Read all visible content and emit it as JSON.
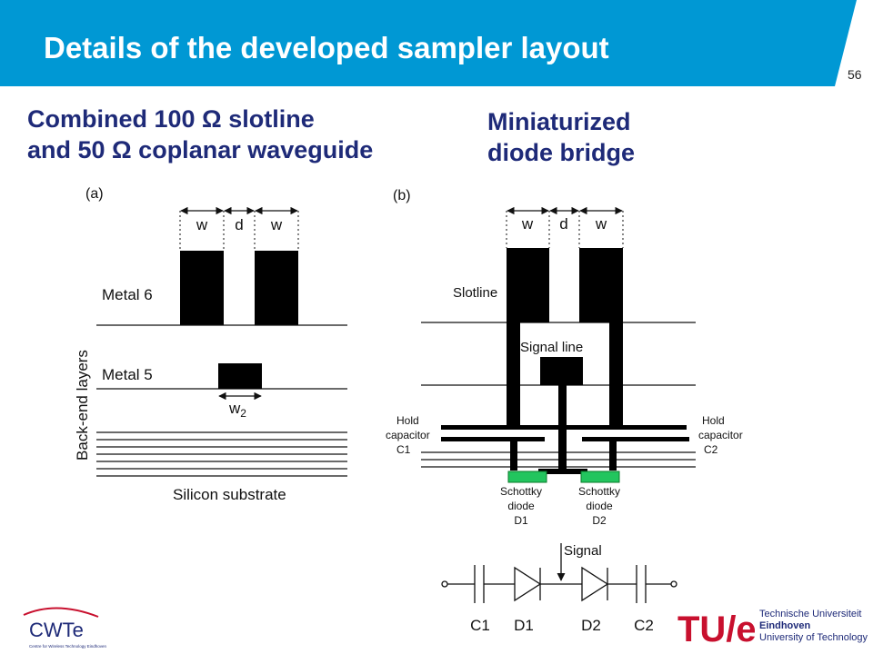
{
  "slide": {
    "title": "Details of the developed sampler layout",
    "page_number": "56",
    "subtitle_left": [
      "Combined 100 Ω slotline",
      "and 50 Ω coplanar waveguide"
    ],
    "subtitle_right": [
      "Miniaturized",
      "diode bridge"
    ]
  },
  "diagram_a": {
    "panel_label": "(a)",
    "dim_w": "w",
    "dim_d": "d",
    "metal6": "Metal 6",
    "metal5": "Metal 5",
    "w2_base": "w",
    "w2_sub": "2",
    "side_label": "Back-end layers",
    "substrate": "Silicon substrate"
  },
  "diagram_b": {
    "panel_label": "(b)",
    "dim_w": "w",
    "dim_d": "d",
    "slotline": "Slotline",
    "signal_line": "Signal line",
    "hold_left": [
      "Hold",
      "capacitor",
      "C1"
    ],
    "hold_right": [
      "Hold",
      "capacitor",
      "C2"
    ],
    "diode_left": [
      "Schottky",
      "diode",
      "D1"
    ],
    "diode_right": [
      "Schottky",
      "diode",
      "D2"
    ]
  },
  "schematic": {
    "signal": "Signal",
    "labels": [
      "C1",
      "D1",
      "D2",
      "C2"
    ]
  },
  "logos": {
    "cwte_text": "CWTe",
    "cwte_caption": "Centre for Wireless Technology Eindhoven",
    "tue_mark": "TU/e",
    "tue_lines": [
      "Technische Universiteit",
      "Eindhoven",
      "University of Technology"
    ]
  },
  "colors": {
    "banner": "#0098d4",
    "heading": "#1e2a78",
    "diode_green": "#22c55e",
    "logo_red": "#c8102e"
  }
}
